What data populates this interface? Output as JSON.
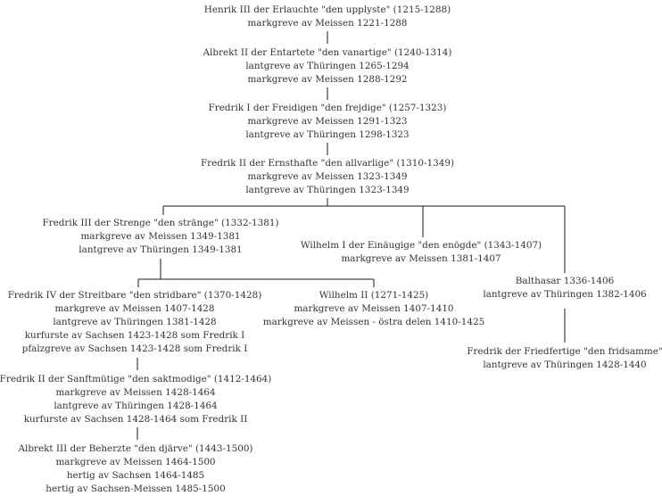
{
  "diagram": {
    "type": "family-tree",
    "nodes": [
      {
        "id": "henrik3",
        "lines": [
          "Henrik III der Erlauchte \"den upplyste\" (1215-1288)",
          "markgreve av Meissen 1221-1288"
        ]
      },
      {
        "id": "albrekt2",
        "lines": [
          "Albrekt II der Entartete \"den vanartige\" (1240-1314)",
          "lantgreve av Thüringen 1265-1294",
          "markgreve av Meissen 1288-1292"
        ]
      },
      {
        "id": "fredrik1",
        "lines": [
          "Fredrik I der Freidigen \"den frejdige\" (1257-1323)",
          "markgreve av Meissen 1291-1323",
          "lantgreve av Thüringen 1298-1323"
        ]
      },
      {
        "id": "fredrik2e",
        "lines": [
          "Fredrik II der Ernsthafte \"den allvarlige\" (1310-1349)",
          "markgreve av Meissen 1323-1349",
          "lantgreve av Thüringen 1323-1349"
        ]
      },
      {
        "id": "fredrik3",
        "lines": [
          "Fredrik III der Strenge \"den stränge\" (1332-1381)",
          "markgreve av Meissen 1349-1381",
          "lantgreve av Thüringen 1349-1381"
        ]
      },
      {
        "id": "wilhelm1",
        "lines": [
          "Wilhelm I der Einäugige \"den enögde\" (1343-1407)",
          "markgreve av Meissen 1381-1407"
        ]
      },
      {
        "id": "balthasar",
        "lines": [
          "Balthasar 1336-1406",
          "lantgreve av Thüringen 1382-1406"
        ]
      },
      {
        "id": "fredrik4",
        "lines": [
          "Fredrik IV der Streitbare \"den stridbare\" (1370-1428)",
          "markgreve av Meissen 1407-1428",
          "lantgreve av Thüringen 1381-1428",
          "kurfurste av Sachsen 1423-1428 som Fredrik I",
          "pfalzgreve av Sachsen 1423-1428 som Fredrik I"
        ]
      },
      {
        "id": "wilhelm2",
        "lines": [
          "Wilhelm II  (1271-1425)",
          "markgreve av Meissen 1407-1410",
          "markgreve av Meissen - östra delen 1410-1425"
        ]
      },
      {
        "id": "fredrikfried",
        "lines": [
          "Fredrik der Friedfertige \"den fridsamme\"",
          "lantgreve av Thüringen 1428-1440"
        ]
      },
      {
        "id": "fredrik2s",
        "lines": [
          "Fredrik II der Sanftmütige \"den saktmodige\" (1412-1464)",
          "markgreve av Meissen 1428-1464",
          "lantgreve av Thüringen 1428-1464",
          "kurfurste av Sachsen 1428-1464 som Fredrik II"
        ]
      },
      {
        "id": "albrekt3",
        "lines": [
          "Albrekt III der Beherzte  \"den djärve\" (1443-1500)",
          "markgreve av Meissen 1464-1500",
          "hertig av Sachsen 1464-1485",
          "hertig av Sachsen-Meissen 1485-1500"
        ]
      }
    ],
    "edges": [
      [
        "henrik3",
        "albrekt2"
      ],
      [
        "albrekt2",
        "fredrik1"
      ],
      [
        "fredrik1",
        "fredrik2e"
      ],
      [
        "fredrik2e",
        "fredrik3"
      ],
      [
        "fredrik2e",
        "wilhelm1"
      ],
      [
        "fredrik2e",
        "balthasar"
      ],
      [
        "fredrik3",
        "fredrik4"
      ],
      [
        "fredrik3",
        "wilhelm2"
      ],
      [
        "balthasar",
        "fredrikfried"
      ],
      [
        "fredrik4",
        "fredrik2s"
      ],
      [
        "fredrik2s",
        "albrekt3"
      ]
    ]
  }
}
